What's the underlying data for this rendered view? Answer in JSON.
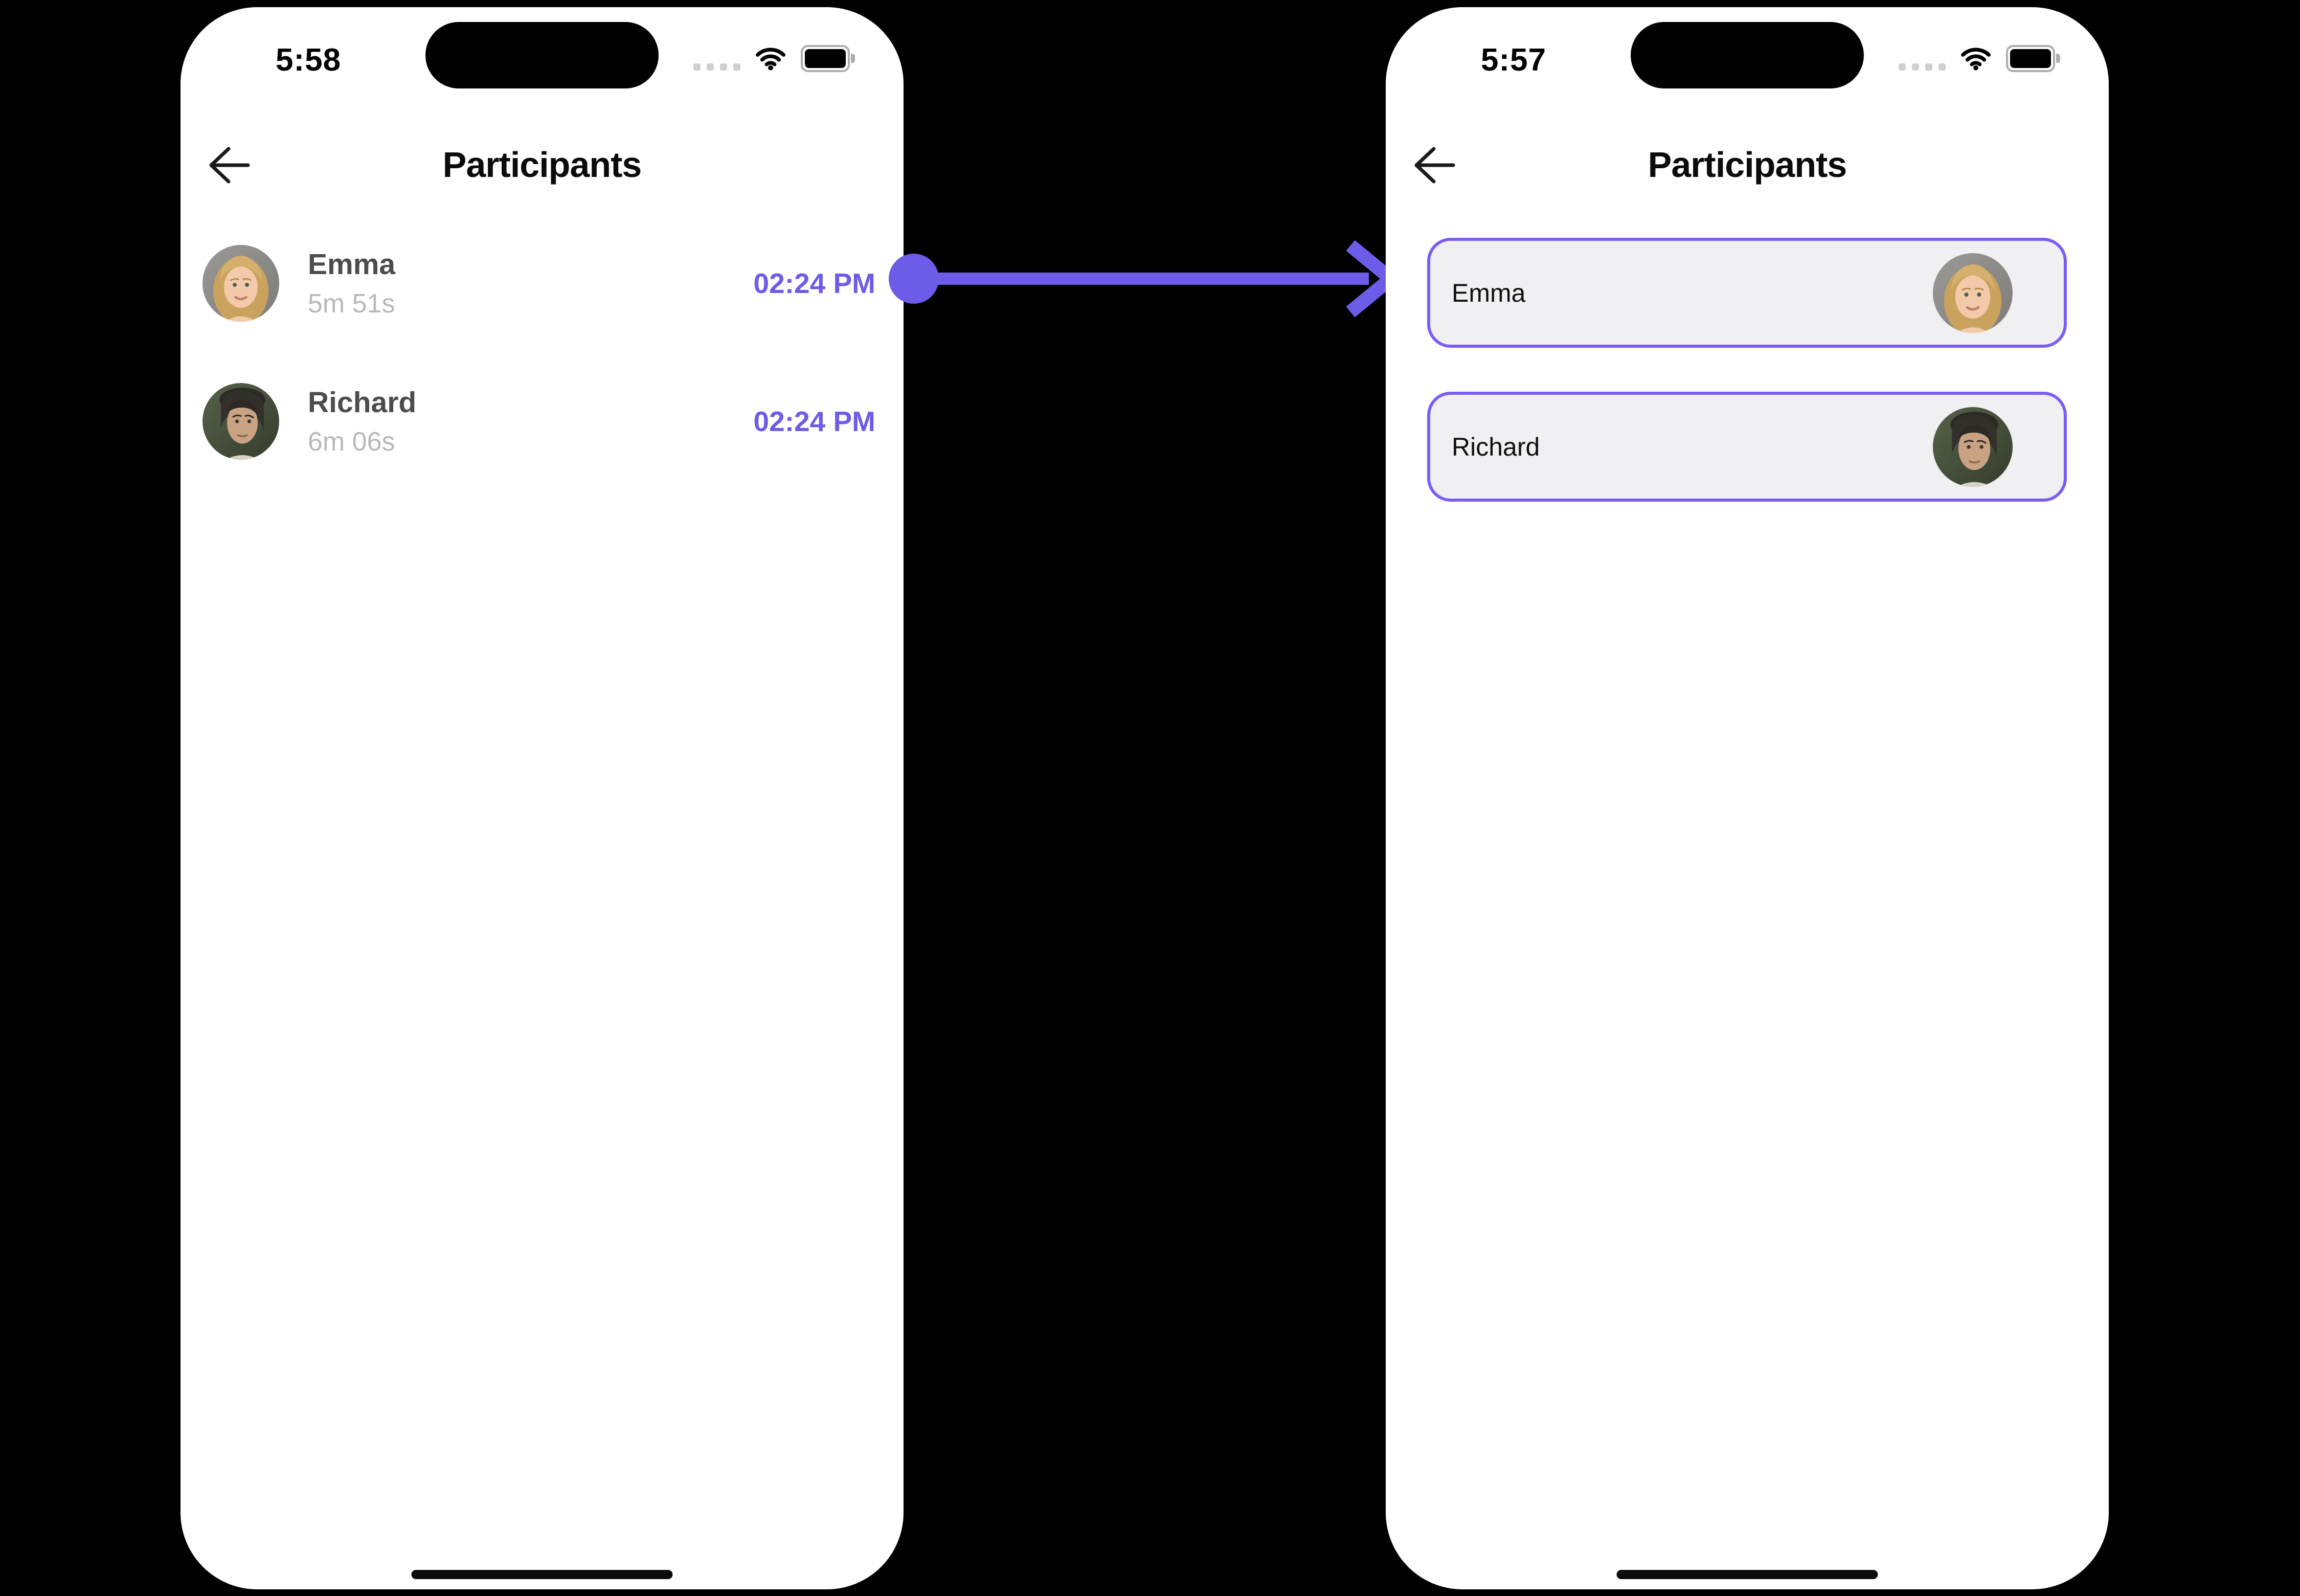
{
  "colors": {
    "accent_purple": "#6C5CE7",
    "card_border_purple": "#7C5CF6",
    "card_bg": "#F0EFF1",
    "name_grey": "#4C4C4C",
    "muted_grey": "#B9B9B9"
  },
  "icons": {
    "back": "arrow-left",
    "signal": "signal-dots",
    "wifi": "wifi",
    "battery": "battery-full",
    "connector": "arrow-right",
    "avatar_emma": "woman-blonde-portrait",
    "avatar_richard": "man-dark-hair-portrait"
  },
  "phone_left": {
    "status_bar": {
      "time": "5:58"
    },
    "header": {
      "title": "Participants"
    },
    "participants": [
      {
        "name": "Emma",
        "duration": "5m 51s",
        "time": "02:24 PM"
      },
      {
        "name": "Richard",
        "duration": "6m 06s",
        "time": "02:24 PM"
      }
    ]
  },
  "phone_right": {
    "status_bar": {
      "time": "5:57"
    },
    "header": {
      "title": "Participants"
    },
    "participants": [
      {
        "name": "Emma"
      },
      {
        "name": "Richard"
      }
    ]
  }
}
